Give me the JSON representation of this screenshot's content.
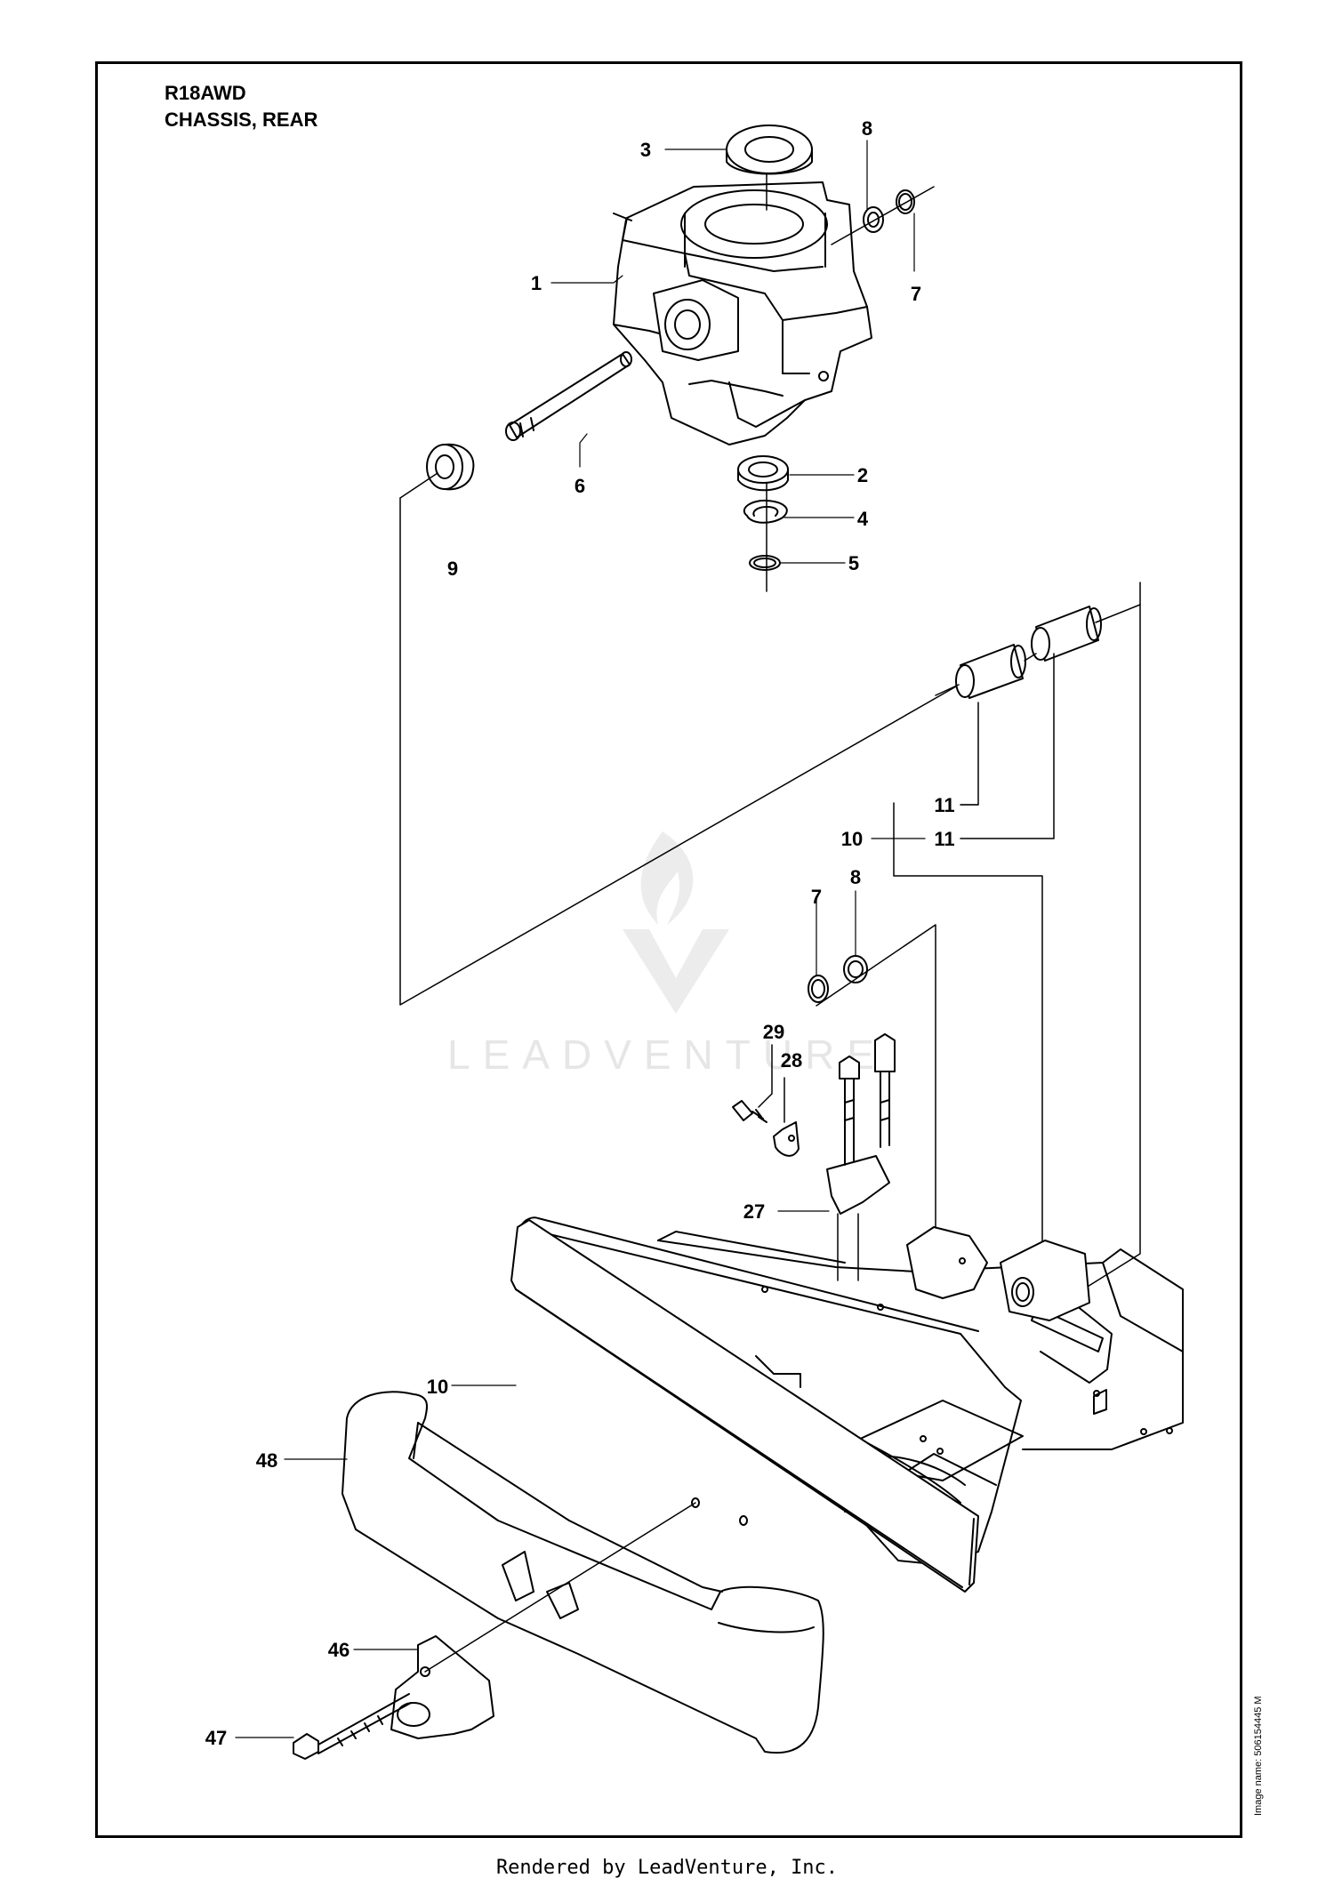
{
  "header": {
    "model": "R18AWD",
    "section": "CHASSIS, REAR"
  },
  "callouts": [
    "3",
    "8",
    "1",
    "7",
    "6",
    "2",
    "4",
    "9",
    "5",
    "11",
    "10",
    "11",
    "8",
    "7",
    "29",
    "28",
    "27",
    "10",
    "48",
    "46",
    "47"
  ],
  "watermark": {
    "text": "LEADVENTURE"
  },
  "side_note": "Image name: 506154445 M",
  "footer": "Rendered by LeadVenture, Inc."
}
